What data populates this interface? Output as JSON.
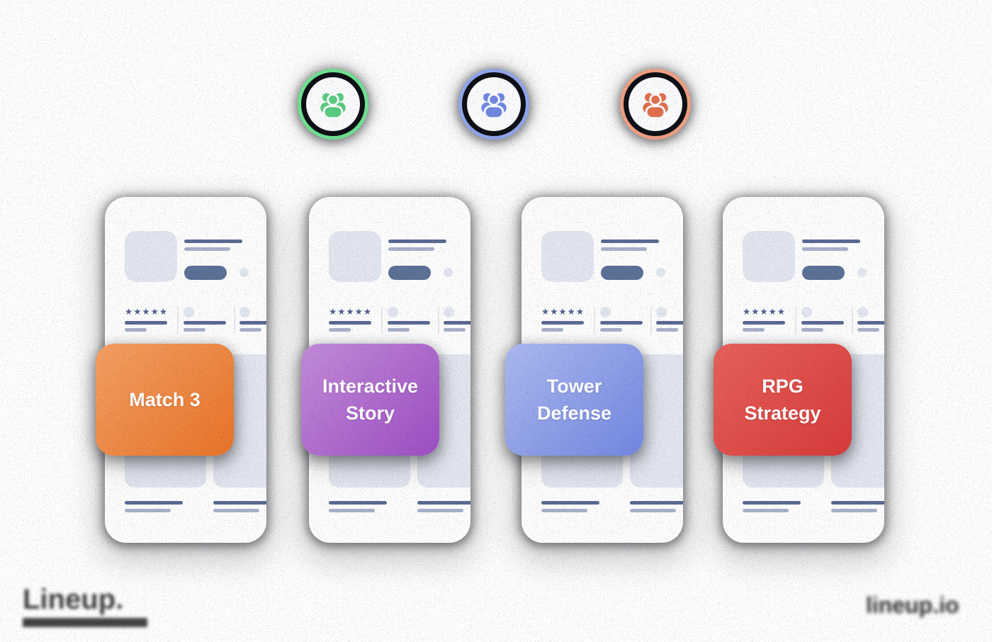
{
  "palette": {
    "page_bg": "#ffffff",
    "phone_bg": "#fefefe",
    "dark": "#5a6b93",
    "light": "#a8b2cc",
    "fill": "#e3e7f1",
    "divider": "#e6e9f2",
    "star": "#4f618c",
    "pill": "#5d7198"
  },
  "audience_badges": [
    {
      "icon": "users-icon",
      "ring_color": "#6fe392",
      "icon_color": "#5bcd81"
    },
    {
      "icon": "users-icon",
      "ring_color": "#92a6ec",
      "icon_color": "#7189e2"
    },
    {
      "icon": "users-icon",
      "ring_color": "#f0a183",
      "icon_color": "#e1714f"
    }
  ],
  "genre_cards": [
    {
      "label": "Match 3",
      "gradient": [
        "#f5a065",
        "#ea7428"
      ]
    },
    {
      "label": "Interactive\nStory",
      "gradient": [
        "#c48cda",
        "#9d4fc4"
      ]
    },
    {
      "label": "Tower\nDefense",
      "gradient": [
        "#adbaf1",
        "#7388e2"
      ]
    },
    {
      "label": "RPG\nStrategy",
      "gradient": [
        "#e8625b",
        "#d83b3b"
      ]
    }
  ],
  "phone_mockup": {
    "stars": "★★★★★",
    "rating_stars": 5
  },
  "footer": {
    "brand_wordmark": "Lineup.",
    "site_text": "lineup.io"
  }
}
